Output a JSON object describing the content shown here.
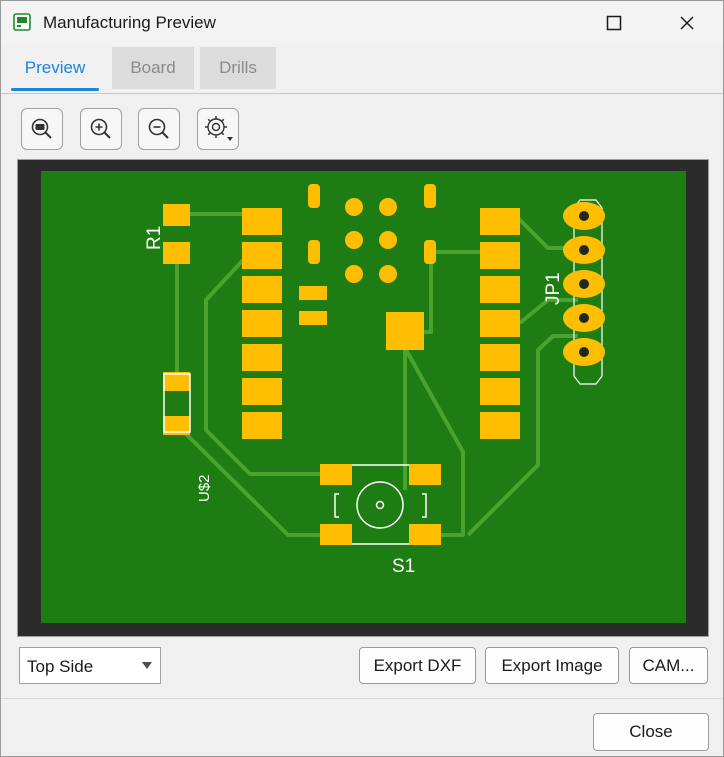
{
  "window": {
    "title": "Manufacturing Preview"
  },
  "tabs": [
    {
      "label": "Preview",
      "active": true
    },
    {
      "label": "Board",
      "active": false
    },
    {
      "label": "Drills",
      "active": false
    }
  ],
  "toolbar": {
    "icons": [
      "zoom-fit-icon",
      "zoom-in-icon",
      "zoom-out-icon",
      "settings-gear-icon"
    ]
  },
  "board": {
    "labels": {
      "r1": "R1",
      "jp1": "JP1",
      "us2": "U$2",
      "s1": "S1"
    },
    "colors": {
      "substrate": "#1e7d12",
      "copper": "#ffbf00",
      "frame": "#2b2b2b",
      "trace": "#49a32e"
    }
  },
  "footer": {
    "side_select": "Top Side",
    "export_dxf": "Export DXF",
    "export_image": "Export Image",
    "cam": "CAM...",
    "close": "Close"
  },
  "colors": {
    "accent": "#1a86d6"
  }
}
